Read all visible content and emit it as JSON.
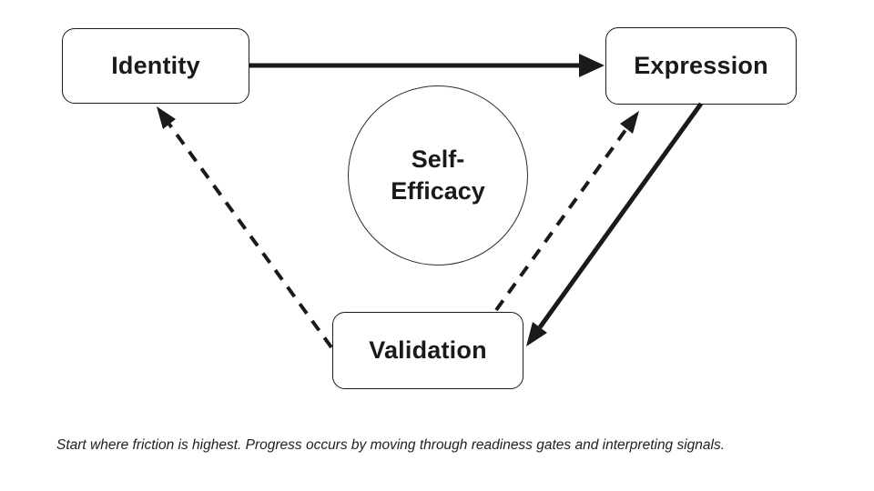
{
  "diagram": {
    "nodes": [
      {
        "id": "identity",
        "label": "Identity"
      },
      {
        "id": "expression",
        "label": "Expression"
      },
      {
        "id": "validation",
        "label": "Validation"
      },
      {
        "id": "self_efficacy",
        "label": "Self-\nEfficacy"
      }
    ],
    "edges": [
      {
        "from": "identity",
        "to": "expression",
        "style": "solid"
      },
      {
        "from": "expression",
        "to": "validation",
        "style": "solid"
      },
      {
        "from": "validation",
        "to": "expression",
        "style": "dashed"
      },
      {
        "from": "validation",
        "to": "identity",
        "style": "dashed"
      }
    ],
    "caption": "Start where friction is highest. Progress occurs by moving through readiness gates and interpreting signals.",
    "colors": {
      "background": "#ffffff",
      "node_fill": "#ffffff",
      "node_border": "#1a1a1a",
      "text": "#1a1a1a",
      "edge": "#1a1a1a",
      "caption_text": "#1f1f1f"
    }
  }
}
